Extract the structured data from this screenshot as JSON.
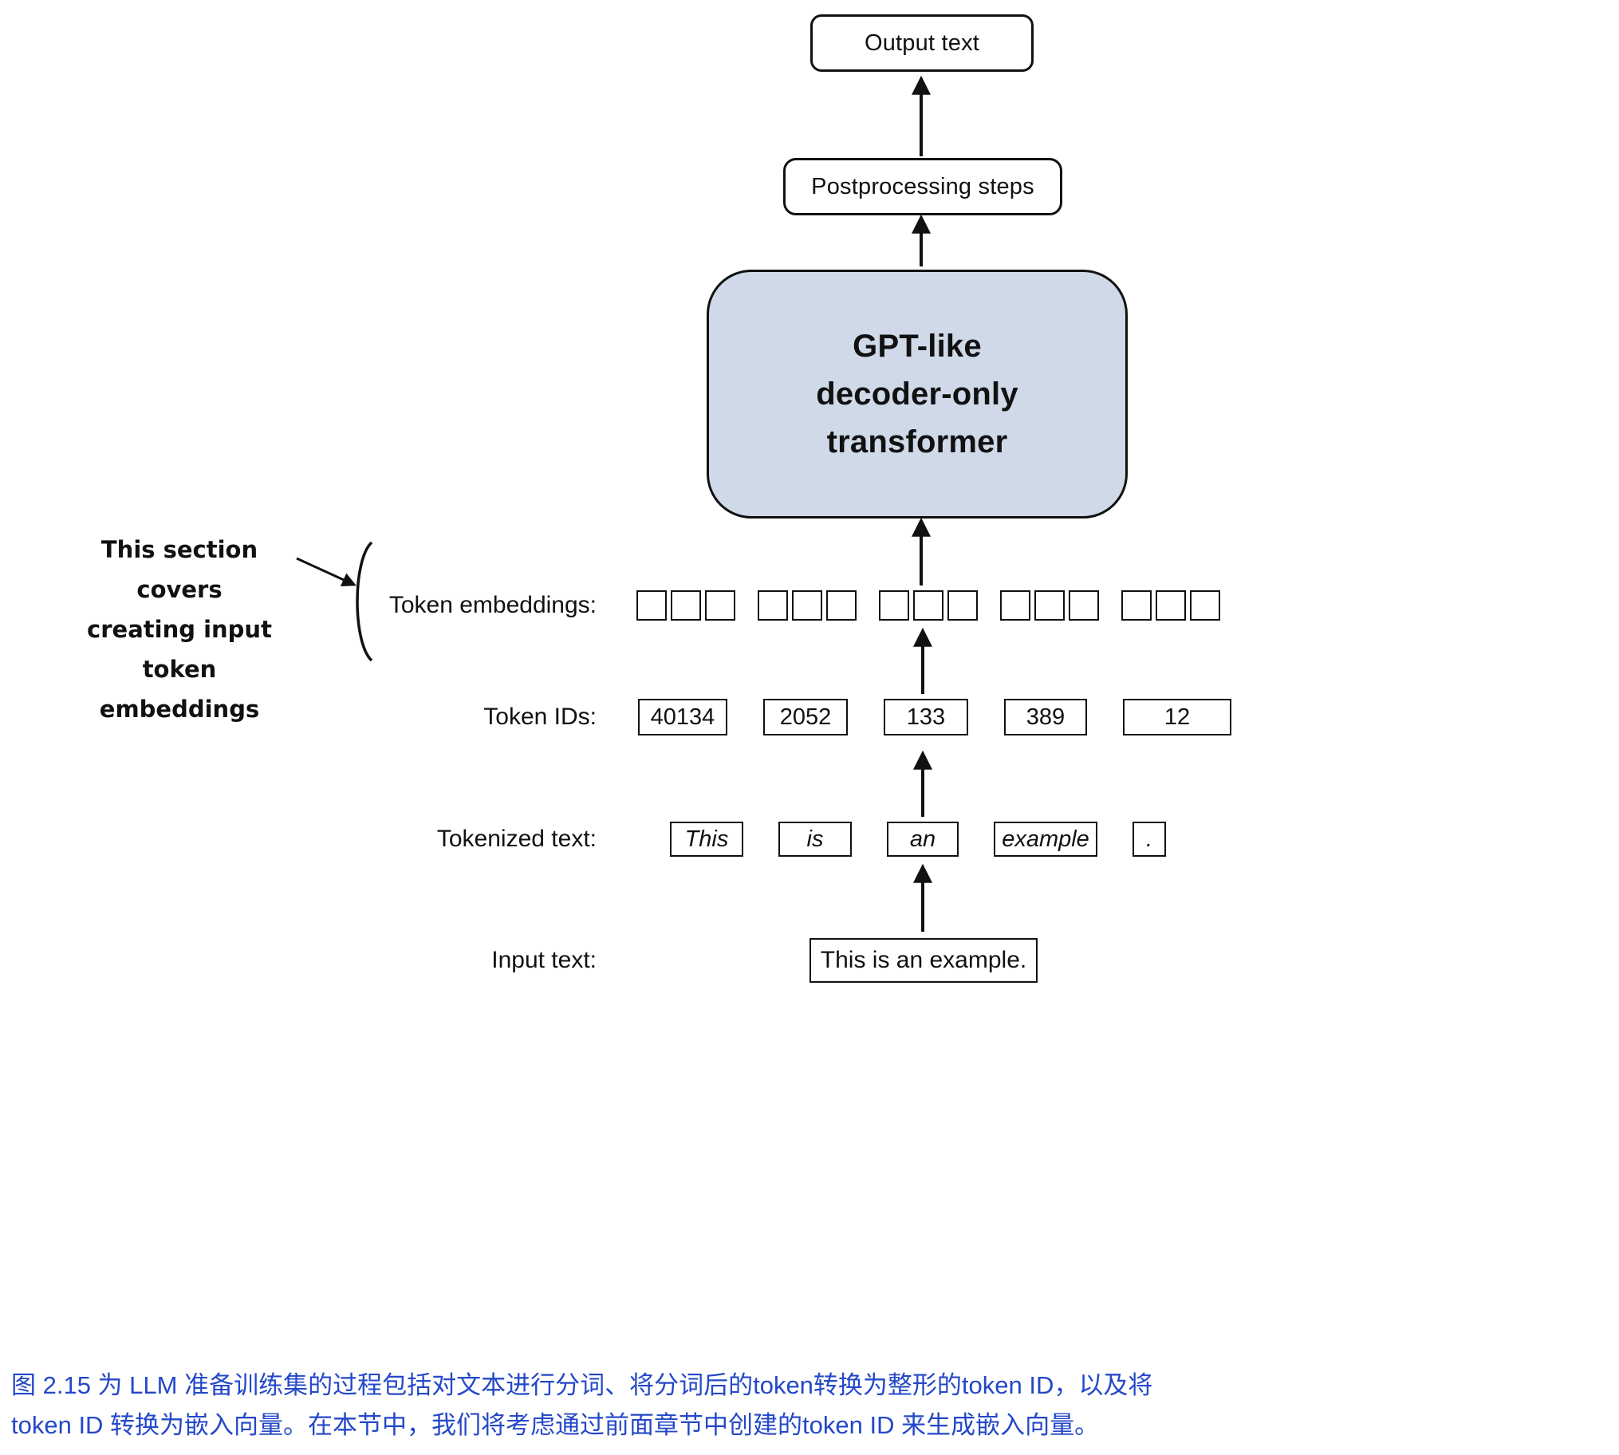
{
  "boxes": {
    "output": {
      "label": "Output text"
    },
    "postprocessing": {
      "label": "Postprocessing steps"
    },
    "gpt": {
      "lines": [
        "GPT-like",
        "decoder-only",
        "transformer"
      ],
      "fill_color": "#cfd9e8"
    }
  },
  "rows": {
    "embeddings": {
      "label": "Token embeddings:",
      "groups": 5,
      "cells_per_group": 3
    },
    "token_ids": {
      "label": "Token IDs:",
      "values": [
        "40134",
        "2052",
        "133",
        "389",
        "12"
      ]
    },
    "tokenized": {
      "label": "Tokenized text:",
      "tokens": [
        "This",
        "is",
        "an",
        "example",
        "."
      ]
    },
    "input": {
      "label": "Input text:",
      "value": "This is an example."
    }
  },
  "annotation": {
    "lines": [
      "This section covers",
      "creating input token",
      "embeddings"
    ]
  },
  "caption": {
    "lines": [
      "图 2.15 为 LLM 准备训练集的过程包括对文本进行分词、将分词后的token转换为整形的token ID，以及将",
      "token ID 转换为嵌入向量。在本节中，我们将考虑通过前面章节中创建的token ID 来生成嵌入向量。"
    ],
    "color": "#2448c8"
  }
}
